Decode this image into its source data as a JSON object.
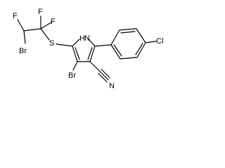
{
  "molecule": {
    "labels": {
      "f_top_left": "F",
      "f_top_mid": "F",
      "f_top_right": "F",
      "br_chain": "Br",
      "s_thio": "S",
      "nh": "H",
      "n_ring": "N",
      "cl": "Cl",
      "br_ring": "Br",
      "n_nitrile": "N"
    },
    "colors": {
      "bond": "#000000",
      "text": "#000000",
      "background": "#ffffff"
    }
  }
}
